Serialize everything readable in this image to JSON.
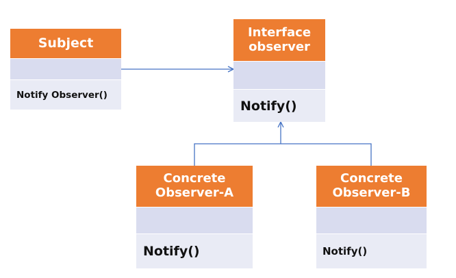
{
  "diagram": {
    "subject": {
      "title": "Subject",
      "method": "Notify Observer()"
    },
    "interface_observer": {
      "title_line1": "Interface",
      "title_line2": "observer",
      "method": "Notify()"
    },
    "observer_a": {
      "title_line1": "Concrete",
      "title_line2": "Observer-A",
      "method": "Notify()"
    },
    "observer_b": {
      "title_line1": "Concrete",
      "title_line2": "Observer-B",
      "method": "Notify()"
    }
  },
  "colors": {
    "header": "#ED7D31",
    "attribute_band": "#D9DCEF",
    "method_band": "#E9EBF5",
    "connector": "#4472C4"
  }
}
